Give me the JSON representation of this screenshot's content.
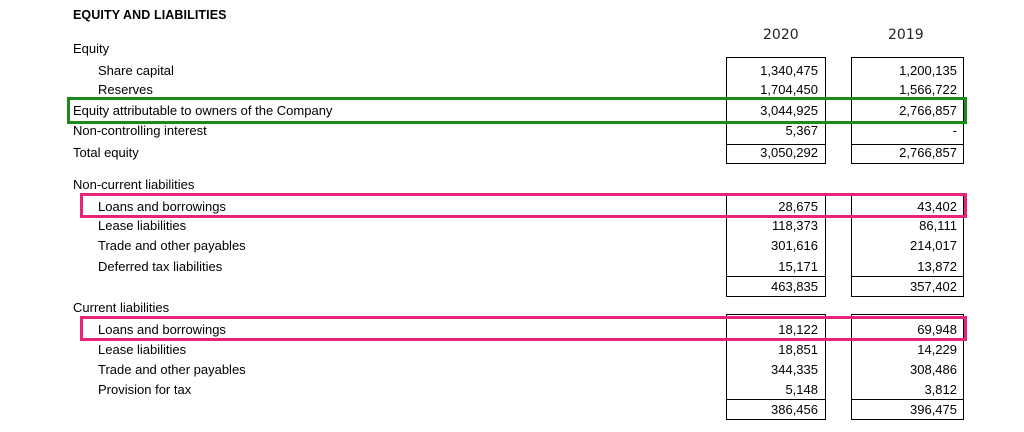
{
  "title": "EQUITY AND LIABILITIES",
  "years": [
    "2020",
    "2019"
  ],
  "equity": {
    "heading": "Equity",
    "share_capital": {
      "label": "Share capital",
      "y2020": "1,340,475",
      "y2019": "1,200,135"
    },
    "reserves": {
      "label": "Reserves",
      "y2020": "1,704,450",
      "y2019": "1,566,722"
    },
    "attributable": {
      "label": "Equity attributable to owners of the Company",
      "y2020": "3,044,925",
      "y2019": "2,766,857"
    },
    "nci": {
      "label": "Non-controlling interest",
      "y2020": "5,367",
      "y2019": "-"
    },
    "total": {
      "label": "Total equity",
      "y2020": "3,050,292",
      "y2019": "2,766,857"
    }
  },
  "non_current": {
    "heading": "Non-current liabilities",
    "loans": {
      "label": "Loans and borrowings",
      "y2020": "28,675",
      "y2019": "43,402"
    },
    "lease": {
      "label": "Lease liabilities",
      "y2020": "118,373",
      "y2019": "86,111"
    },
    "trade": {
      "label": "Trade and other payables",
      "y2020": "301,616",
      "y2019": "214,017"
    },
    "deferred": {
      "label": "Deferred tax liabilities",
      "y2020": "15,171",
      "y2019": "13,872"
    },
    "total": {
      "y2020": "463,835",
      "y2019": "357,402"
    }
  },
  "current": {
    "heading": "Current liabilities",
    "loans": {
      "label": "Loans and borrowings",
      "y2020": "18,122",
      "y2019": "69,948"
    },
    "lease": {
      "label": "Lease liabilities",
      "y2020": "18,851",
      "y2019": "14,229"
    },
    "trade": {
      "label": "Trade and other payables",
      "y2020": "344,335",
      "y2019": "308,486"
    },
    "tax": {
      "label": "Provision for tax",
      "y2020": "5,148",
      "y2019": "3,812"
    },
    "total": {
      "y2020": "386,456",
      "y2019": "396,475"
    }
  },
  "highlight_colors": {
    "green": "#1a8a1a",
    "pink": "#e8237a"
  }
}
